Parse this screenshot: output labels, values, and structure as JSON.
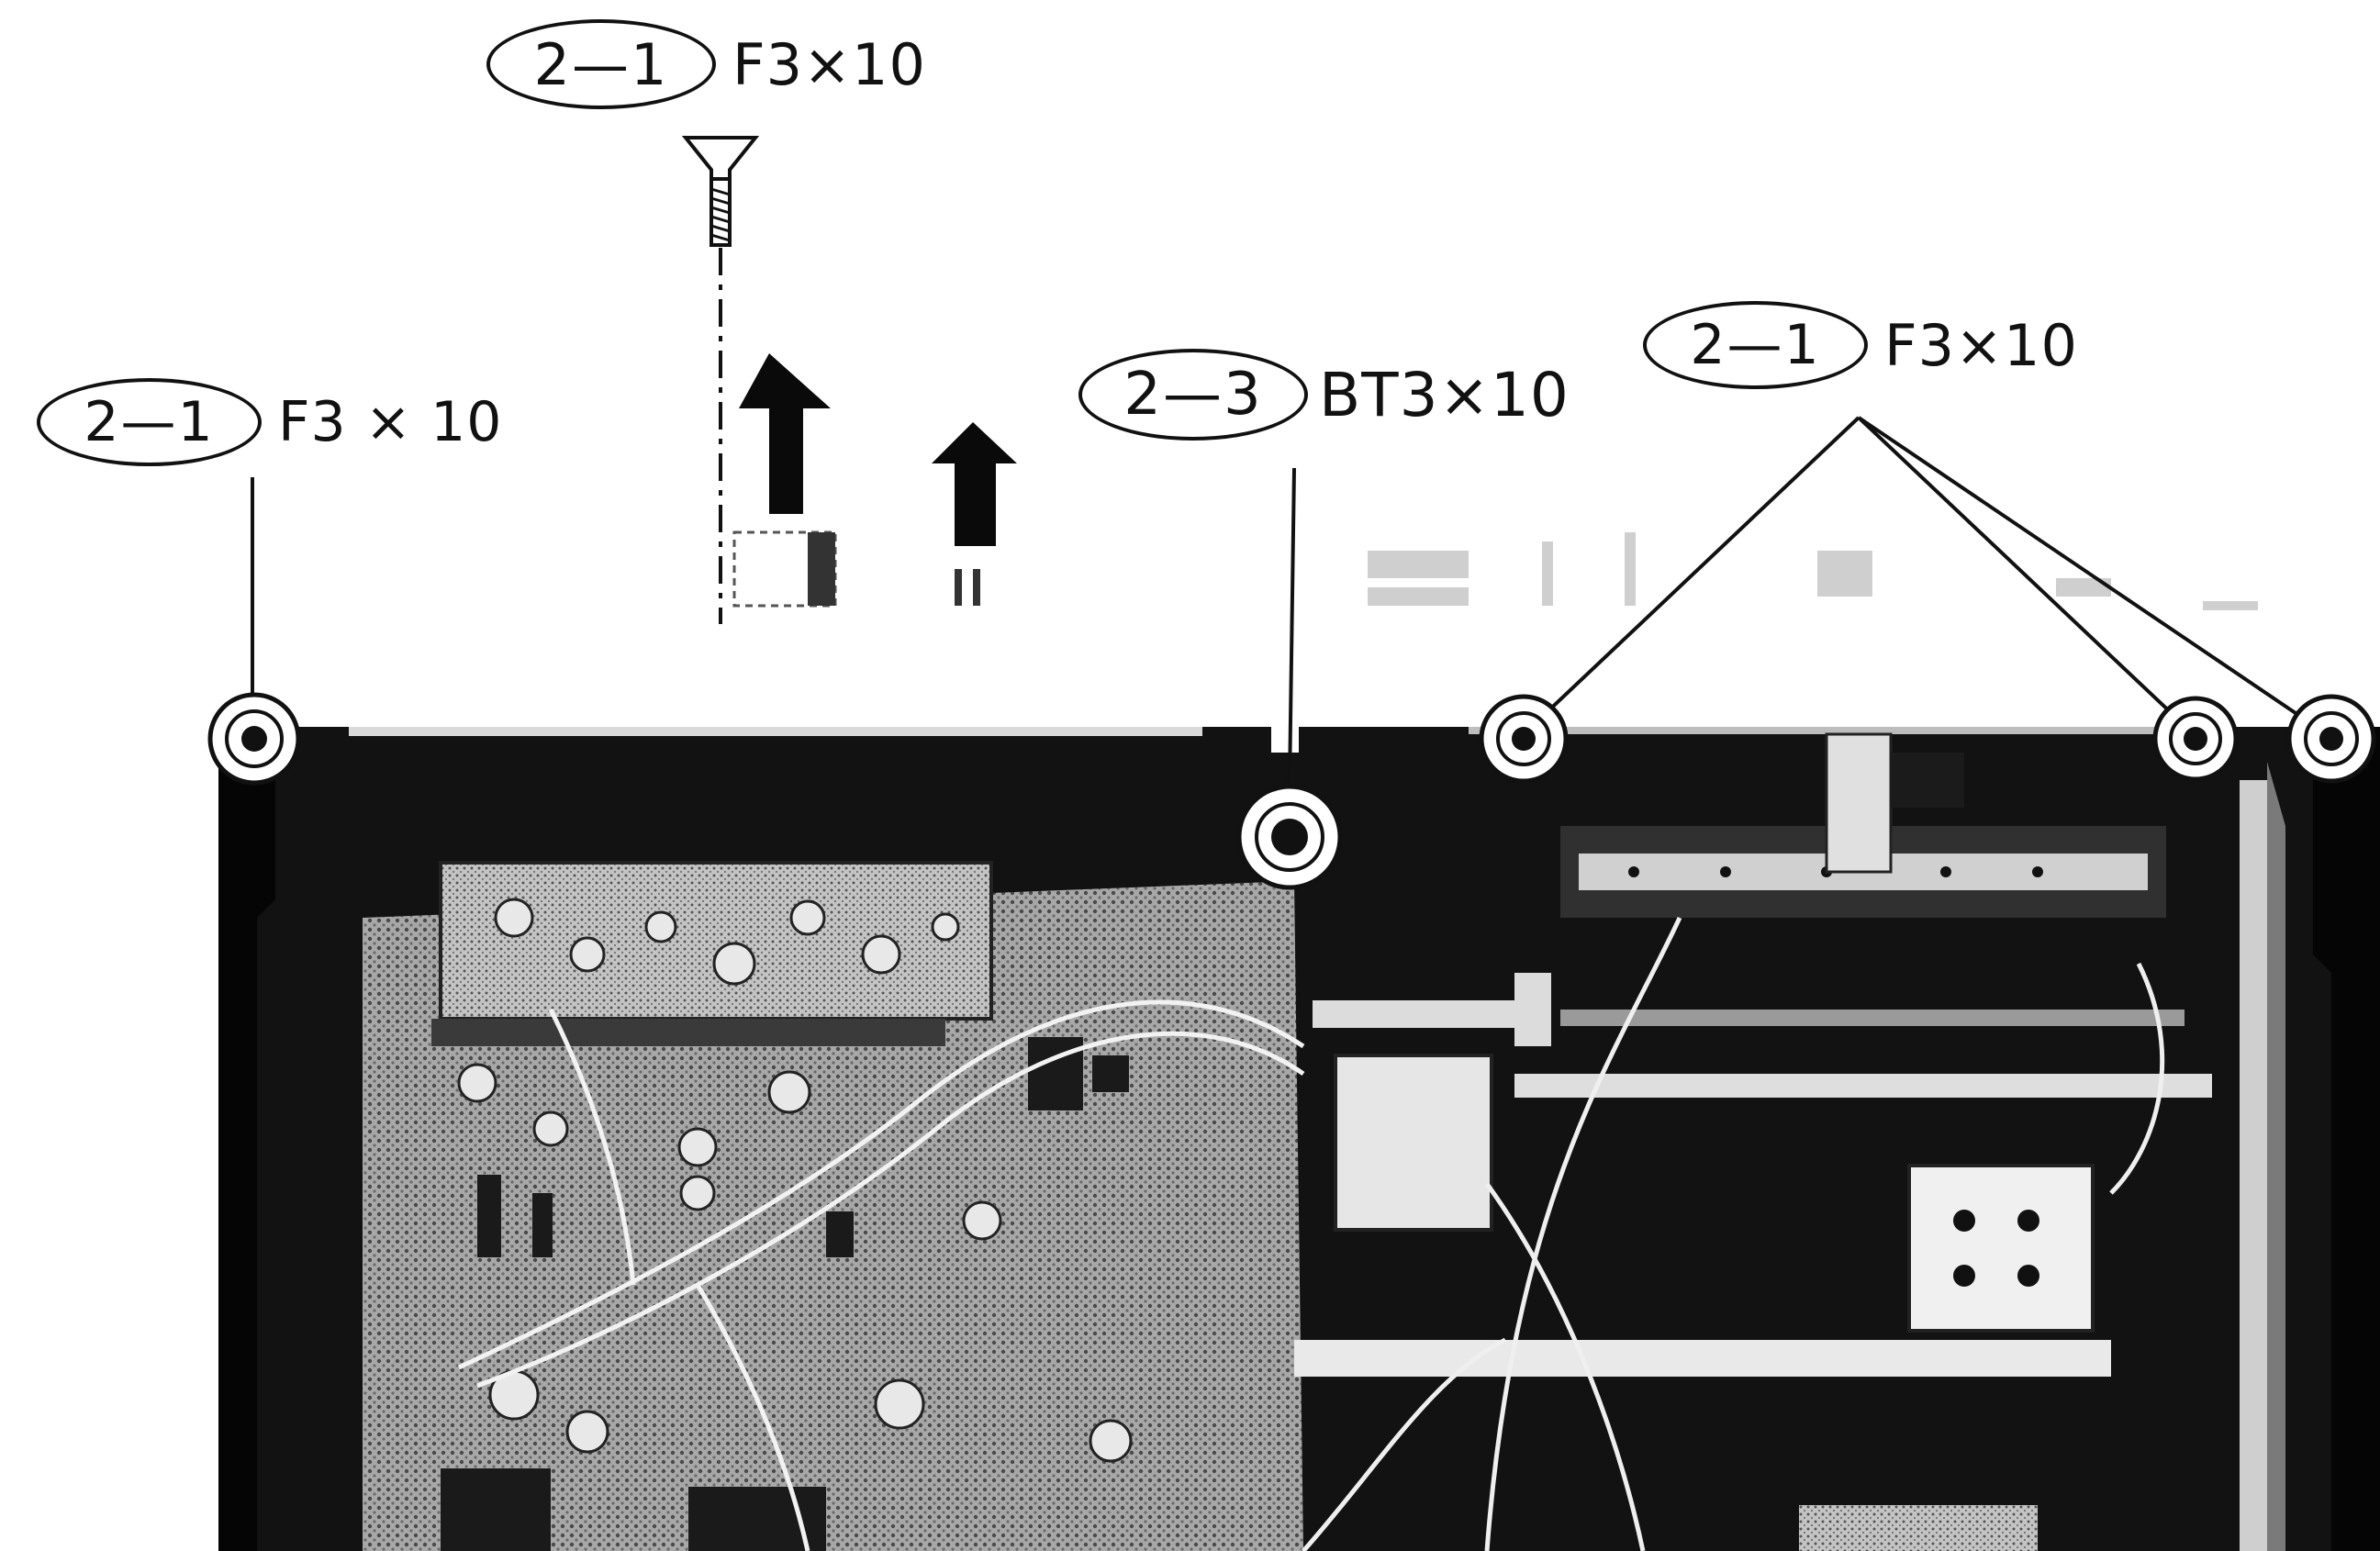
{
  "colors": {
    "ink": "#111111",
    "chassis": "#121212",
    "board": "#8f8f8f",
    "paper": "#ffffff"
  },
  "callouts": [
    {
      "id": "top-screw",
      "ref": "2—1",
      "spec": "F3×10"
    },
    {
      "id": "left-screw",
      "ref": "2—1",
      "spec": "F3 × 10"
    },
    {
      "id": "center-screw",
      "ref": "2—3",
      "spec": "BT3×10"
    },
    {
      "id": "right-screws",
      "ref": "2—1",
      "spec": "F3×10"
    }
  ]
}
